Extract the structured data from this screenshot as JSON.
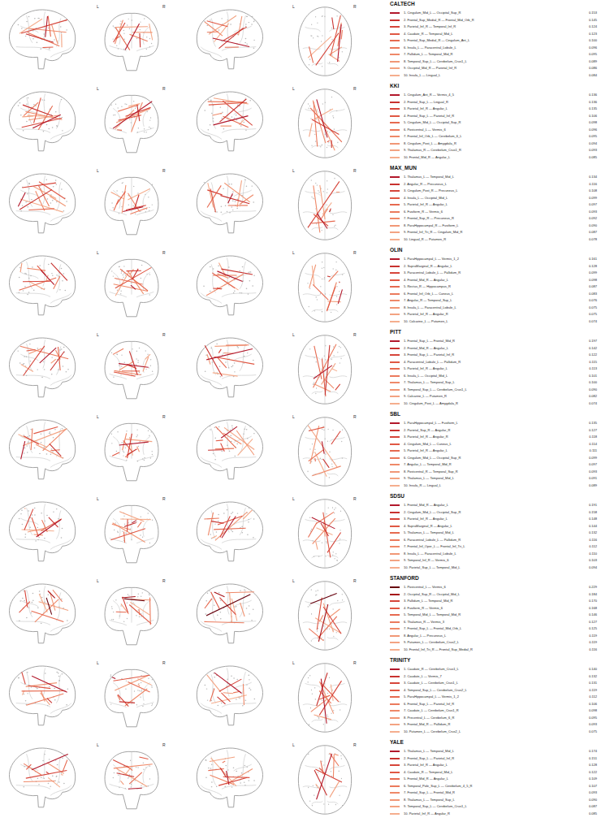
{
  "diagram": {
    "labels": [
      "CALTECH",
      "L",
      "R",
      "L",
      "R",
      "0.153",
      "0.145",
      "0.124",
      "0.123",
      "0.100",
      "0.096",
      "0.095",
      "0.089",
      "0.086",
      "0.084",
      "KKI",
      "L",
      "R",
      "L",
      "R",
      "0.136",
      "0.136",
      "0.135",
      "0.106",
      "0.098",
      "0.096",
      "0.095",
      "0.094",
      "0.093",
      "0.085",
      "MAX_MUN",
      "L",
      "R",
      "L",
      "R",
      "0.134",
      "0.116",
      "0.108",
      "0.099",
      "0.097",
      "0.093",
      "0.092",
      "0.090",
      "0.087",
      "0.078",
      "OLIN",
      "L",
      "R",
      "L",
      "R",
      "0.161",
      "0.128",
      "0.099",
      "0.098",
      "0.087",
      "0.083",
      "0.076",
      "0.075",
      "0.075",
      "0.074",
      "PITT",
      "L",
      "R",
      "L",
      "R",
      "0.197",
      "0.142",
      "0.122",
      "0.115",
      "0.113",
      "0.101",
      "0.100",
      "0.090",
      "0.082",
      "0.074",
      "SBL",
      "L",
      "R",
      "L",
      "R",
      "0.135",
      "0.127",
      "0.118",
      "0.114",
      "0.111",
      "0.099",
      "0.097",
      "0.093",
      "0.091",
      "0.089",
      "SDSU",
      "L",
      "R",
      "L",
      "R",
      "0.191",
      "0.158",
      "0.148",
      "0.144",
      "0.132",
      "0.116",
      "0.112",
      "0.110",
      "0.103",
      "0.094",
      "STANFORD",
      "L",
      "R",
      "L",
      "R",
      "0.229",
      "0.184",
      "0.170",
      "0.168",
      "0.146",
      "0.127",
      "0.125",
      "0.119",
      "0.119",
      "0.116",
      "TRINITY",
      "L",
      "R",
      "L",
      "R",
      "0.140",
      "0.132",
      "0.131",
      "0.119",
      "0.112",
      "0.106",
      "0.098",
      "0.095",
      "0.093",
      "0.075",
      "YALE",
      "L",
      "R",
      "L",
      "R",
      "0.174",
      "0.151",
      "0.128",
      "0.122",
      "0.109",
      "0.107",
      "0.093",
      "0.090",
      "0.087",
      "0.085"
    ],
    "legend": [
      {
        "text": "1. Cingulum_Mid_L — Occipital_Sup_R",
        "color": "#b2182b"
      },
      {
        "text": "2. Frontal_Sup_Medial_R — Frontal_Mid_Orb_R",
        "color": "#c8322f"
      },
      {
        "text": "3. Parietal_Inf_R — Temporal_Inf_R",
        "color": "#d6453a"
      },
      {
        "text": "4. Caudate_R — Temporal_Mid_L",
        "color": "#e05844"
      },
      {
        "text": "5. Frontal_Sup_Medial_R — Cingulum_Ant_L",
        "color": "#e66a50"
      },
      {
        "text": "6. Insula_L — Paracentral_Lobule_L",
        "color": "#eb7a5d"
      },
      {
        "text": "7. Pallidum_L — Temporal_Mid_R",
        "color": "#ef8969"
      },
      {
        "text": "8. Temporal_Sup_L — Cerebelum_Crus1_L",
        "color": "#f19776"
      },
      {
        "text": "9. Occipital_Mid_R — Parietal_Inf_R",
        "color": "#f3a382"
      },
      {
        "text": "10. Insula_L — Lingual_L",
        "color": "#f5ae8e"
      },
      {
        "text": "1. Cingulum_Ant_R — Vermis_4_5",
        "color": "#b2182b"
      },
      {
        "text": "2. Frontal_Sup_L — Lingual_R",
        "color": "#c8322f"
      },
      {
        "text": "3. Parietal_Inf_R — Angular_L",
        "color": "#d6453a"
      },
      {
        "text": "4. Frontal_Sup_L — Parietal_Inf_R",
        "color": "#e05844"
      },
      {
        "text": "5. Cingulum_Mid_L — Occipital_Sup_R",
        "color": "#e66a50"
      },
      {
        "text": "6. Postcentral_L — Vermis_6",
        "color": "#eb7a5d"
      },
      {
        "text": "7. Frontal_Inf_Orb_L — Cerebelum_6_L",
        "color": "#ef8969"
      },
      {
        "text": "8. Cingulum_Post_L — Amygdala_R",
        "color": "#f19776"
      },
      {
        "text": "9. Thalamus_R — Cerebelum_Crus1_R",
        "color": "#f3a382"
      },
      {
        "text": "10. Frontal_Mid_R — Angular_L",
        "color": "#f5ae8e"
      },
      {
        "text": "1. Thalamus_L — Temporal_Mid_L",
        "color": "#b2182b"
      },
      {
        "text": "2. Angular_R — Precuneus_L",
        "color": "#c8322f"
      },
      {
        "text": "3. Cingulum_Post_R — Precuneus_L",
        "color": "#d6453a"
      },
      {
        "text": "4. Insula_L — Occipital_Mid_L",
        "color": "#e05844"
      },
      {
        "text": "5. Parietal_Inf_R — Angular_L",
        "color": "#e66a50"
      },
      {
        "text": "6. Fusiform_R — Vermis_6",
        "color": "#eb7a5d"
      },
      {
        "text": "7. Frontal_Sup_R — Precuneus_R",
        "color": "#ef8969"
      },
      {
        "text": "8. ParaHippocampal_R — Fusiform_L",
        "color": "#f19776"
      },
      {
        "text": "9. Frontal_Inf_Tri_R — Cingulum_Mid_R",
        "color": "#f3a382"
      },
      {
        "text": "10. Lingual_R — Putamen_R",
        "color": "#f5ae8e"
      },
      {
        "text": "1. ParaHippocampal_L — Vermis_1_2",
        "color": "#b2182b"
      },
      {
        "text": "2. SupraMarginal_R — Angular_L",
        "color": "#c8322f"
      },
      {
        "text": "3. Paracentral_Lobule_L — Pallidum_R",
        "color": "#d6453a"
      },
      {
        "text": "4. Frontal_Mid_R — Angular_L",
        "color": "#e05844"
      },
      {
        "text": "5. Rectus_R — Hippocampus_R",
        "color": "#e66a50"
      },
      {
        "text": "6. Frontal_Inf_Orb_L — Cuneus_L",
        "color": "#eb7a5d"
      },
      {
        "text": "7. Angular_R — Temporal_Sup_L",
        "color": "#ef8969"
      },
      {
        "text": "8. Insula_L — Paracentral_Lobule_L",
        "color": "#f19776"
      },
      {
        "text": "9. Parietal_Inf_R — Angular_R",
        "color": "#f3a382"
      },
      {
        "text": "10. Calcarine_L — Putamen_L",
        "color": "#f5ae8e"
      },
      {
        "text": "1. Frontal_Sup_L — Frontal_Mid_R",
        "color": "#b2182b"
      },
      {
        "text": "2. Frontal_Mid_R — Angular_L",
        "color": "#c8322f"
      },
      {
        "text": "3. Frontal_Sup_L — Parietal_Inf_R",
        "color": "#d6453a"
      },
      {
        "text": "4. Paracentral_Lobule_L — Pallidum_R",
        "color": "#e05844"
      },
      {
        "text": "5. Parietal_Inf_R — Angular_L",
        "color": "#e66a50"
      },
      {
        "text": "6. Insula_L — Occipital_Mid_L",
        "color": "#eb7a5d"
      },
      {
        "text": "7. Thalamus_L — Temporal_Sup_L",
        "color": "#ef8969"
      },
      {
        "text": "8. Temporal_Sup_L — Cerebelum_Crus1_L",
        "color": "#f19776"
      },
      {
        "text": "9. Calcarine_L — Putamen_R",
        "color": "#f3a382"
      },
      {
        "text": "10. Cingulum_Post_L — Amygdala_R",
        "color": "#f5ae8e"
      },
      {
        "text": "1. ParaHippocampal_L — Fusiform_L",
        "color": "#b2182b"
      },
      {
        "text": "2. Parietal_Sup_R — Angular_R",
        "color": "#c8322f"
      },
      {
        "text": "3. Parietal_Inf_R — Angular_R",
        "color": "#d6453a"
      },
      {
        "text": "4. Cingulum_Mid_L — Cuneus_L",
        "color": "#e05844"
      },
      {
        "text": "5. Parietal_Inf_R — Angular_L",
        "color": "#e66a50"
      },
      {
        "text": "6. Cingulum_Mid_L — Occipital_Sup_R",
        "color": "#eb7a5d"
      },
      {
        "text": "7. Angular_L — Temporal_Mid_R",
        "color": "#ef8969"
      },
      {
        "text": "8. Postcentral_R — Temporal_Sup_R",
        "color": "#f19776"
      },
      {
        "text": "9. Thalamus_L — Temporal_Mid_L",
        "color": "#f3a382"
      },
      {
        "text": "10. Insula_R — Lingual_L",
        "color": "#f5ae8e"
      },
      {
        "text": "1. Frontal_Mid_R — Angular_L",
        "color": "#b2182b"
      },
      {
        "text": "2. Cingulum_Mid_L — Occipital_Sup_R",
        "color": "#c8322f"
      },
      {
        "text": "3. Parietal_Inf_R — Angular_L",
        "color": "#d6453a"
      },
      {
        "text": "4. SupraMarginal_R — Angular_L",
        "color": "#e05844"
      },
      {
        "text": "5. Thalamus_L — Temporal_Mid_L",
        "color": "#e66a50"
      },
      {
        "text": "6. Paracentral_Lobule_L — Pallidum_R",
        "color": "#eb7a5d"
      },
      {
        "text": "7. Frontal_Inf_Oper_L — Frontal_Inf_Tri_L",
        "color": "#ef8969"
      },
      {
        "text": "8. Insula_L — Paracentral_Lobule_L",
        "color": "#f19776"
      },
      {
        "text": "9. Temporal_Inf_R — Vermis_6",
        "color": "#f3a382"
      },
      {
        "text": "10. Parietal_Sup_L — Temporal_Mid_L",
        "color": "#f5ae8e"
      },
      {
        "text": "1. Postcentral_L — Vermis_6",
        "color": "#67000d"
      },
      {
        "text": "2. Occipital_Sup_R — Occipital_Mid_L",
        "color": "#a50f15"
      },
      {
        "text": "3. Pallidum_L — Temporal_Mid_R",
        "color": "#d6453a"
      },
      {
        "text": "4. Fusiform_R — Vermis_6",
        "color": "#e05844"
      },
      {
        "text": "5. Temporal_Mid_L — Temporal_Mid_R",
        "color": "#e66a50"
      },
      {
        "text": "6. Thalamus_R — Vermis_3",
        "color": "#eb7a5d"
      },
      {
        "text": "7. Frontal_Sup_L — Frontal_Mid_Orb_L",
        "color": "#ef8969"
      },
      {
        "text": "8. Angular_L — Precuneus_L",
        "color": "#f19776"
      },
      {
        "text": "9. Putamen_L — Cerebelum_Crus2_L",
        "color": "#f3a382"
      },
      {
        "text": "10. Frontal_Inf_Tri_R — Frontal_Sup_Medial_R",
        "color": "#f5ae8e"
      },
      {
        "text": "1. Caudate_R — Cerebelum_Crus1_L",
        "color": "#b2182b"
      },
      {
        "text": "2. Caudate_L — Vermis_7",
        "color": "#c8322f"
      },
      {
        "text": "3. Caudate_L — Cerebelum_Crus1_L",
        "color": "#d6453a"
      },
      {
        "text": "4. Temporal_Sup_L — Cerebelum_Crus2_L",
        "color": "#e05844"
      },
      {
        "text": "5. ParaHippocampal_L — Vermis_1_2",
        "color": "#e66a50"
      },
      {
        "text": "6. Frontal_Sup_L — Parietal_Inf_R",
        "color": "#eb7a5d"
      },
      {
        "text": "7. Caudate_L — Cerebelum_Crus1_R",
        "color": "#ef8969"
      },
      {
        "text": "8. Precentral_L — Cerebelum_6_R",
        "color": "#f19776"
      },
      {
        "text": "9. Frontal_Mid_R — Pallidum_R",
        "color": "#f3a382"
      },
      {
        "text": "10. Putamen_L — Cerebelum_Crus2_L",
        "color": "#f5ae8e"
      },
      {
        "text": "1. Thalamus_L — Temporal_Mid_L",
        "color": "#b2182b"
      },
      {
        "text": "2. Frontal_Sup_L — Parietal_Inf_R",
        "color": "#c8322f"
      },
      {
        "text": "3. Parietal_Inf_R — Angular_L",
        "color": "#d6453a"
      },
      {
        "text": "4. Caudate_R — Temporal_Mid_L",
        "color": "#e05844"
      },
      {
        "text": "5. Frontal_Mid_R — Angular_L",
        "color": "#e66a50"
      },
      {
        "text": "6. Temporal_Pole_Sup_L — Cerebelum_4_5_R",
        "color": "#eb7a5d"
      },
      {
        "text": "7. Frontal_Sup_L — Frontal_Mid_R",
        "color": "#ef8969"
      },
      {
        "text": "8. Thalamus_L — Temporal_Sup_L",
        "color": "#f19776"
      },
      {
        "text": "9. Temporal_Sup_L — Cerebelum_Crus1_L",
        "color": "#f3a382"
      },
      {
        "text": "10. Parietal_Inf_R — Angular_R",
        "color": "#f5ae8e"
      }
    ]
  }
}
